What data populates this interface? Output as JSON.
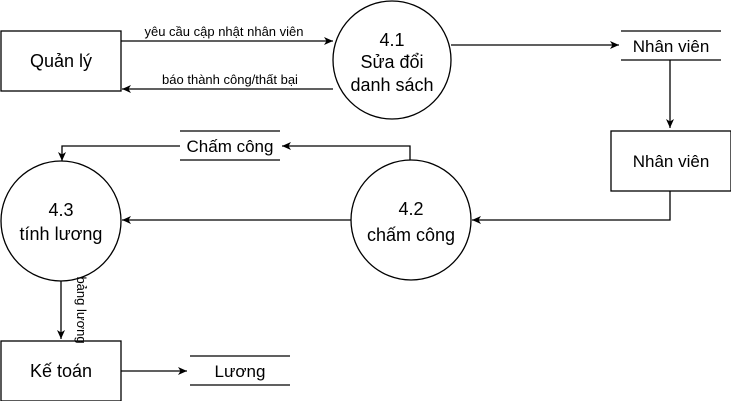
{
  "diagram": {
    "type": "data-flow-diagram",
    "colors": {
      "stroke": "#000000",
      "fill": "#ffffff",
      "text": "#000000"
    },
    "entities": {
      "manager": "Quản lý",
      "accountant": "Kế toán",
      "employee_entity": "Nhân viên"
    },
    "processes": {
      "p41": {
        "id": "4.1",
        "line1": "Sửa đổi",
        "line2": "danh sách"
      },
      "p42": {
        "id": "4.2",
        "line1": "chấm công"
      },
      "p43": {
        "id": "4.3",
        "line1": "tính lương"
      }
    },
    "stores": {
      "employee_store": "Nhân viên",
      "attendance_store": "Chấm công",
      "salary_store": "Lương"
    },
    "flows": {
      "update_request": "yêu cầu cập nhật nhân viên",
      "result_report": "báo thành công/thất bại",
      "salary_table": "bảng lương"
    }
  }
}
